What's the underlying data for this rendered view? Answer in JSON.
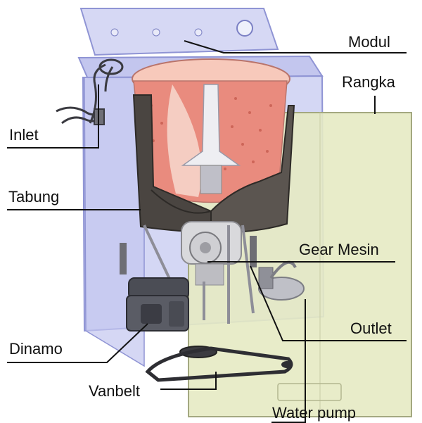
{
  "labels": {
    "modul": "Modul",
    "rangka": "Rangka",
    "inlet": "Inlet",
    "tabung": "Tabung",
    "gear_mesin": "Gear Mesin",
    "outlet": "Outlet",
    "dinamo": "Dinamo",
    "vanbelt": "Vanbelt",
    "water_pump": "Water pump"
  },
  "colors": {
    "cabinet_blue": "#c9ccf0",
    "cabinet_edge": "#8f94d4",
    "side_panel": "#e8ecc7",
    "side_edge": "#a3a880",
    "tub_dark": "#4a4541",
    "drum_red": "#e98b7e",
    "drum_glow": "#f6c3b5",
    "leader": "#111111"
  }
}
